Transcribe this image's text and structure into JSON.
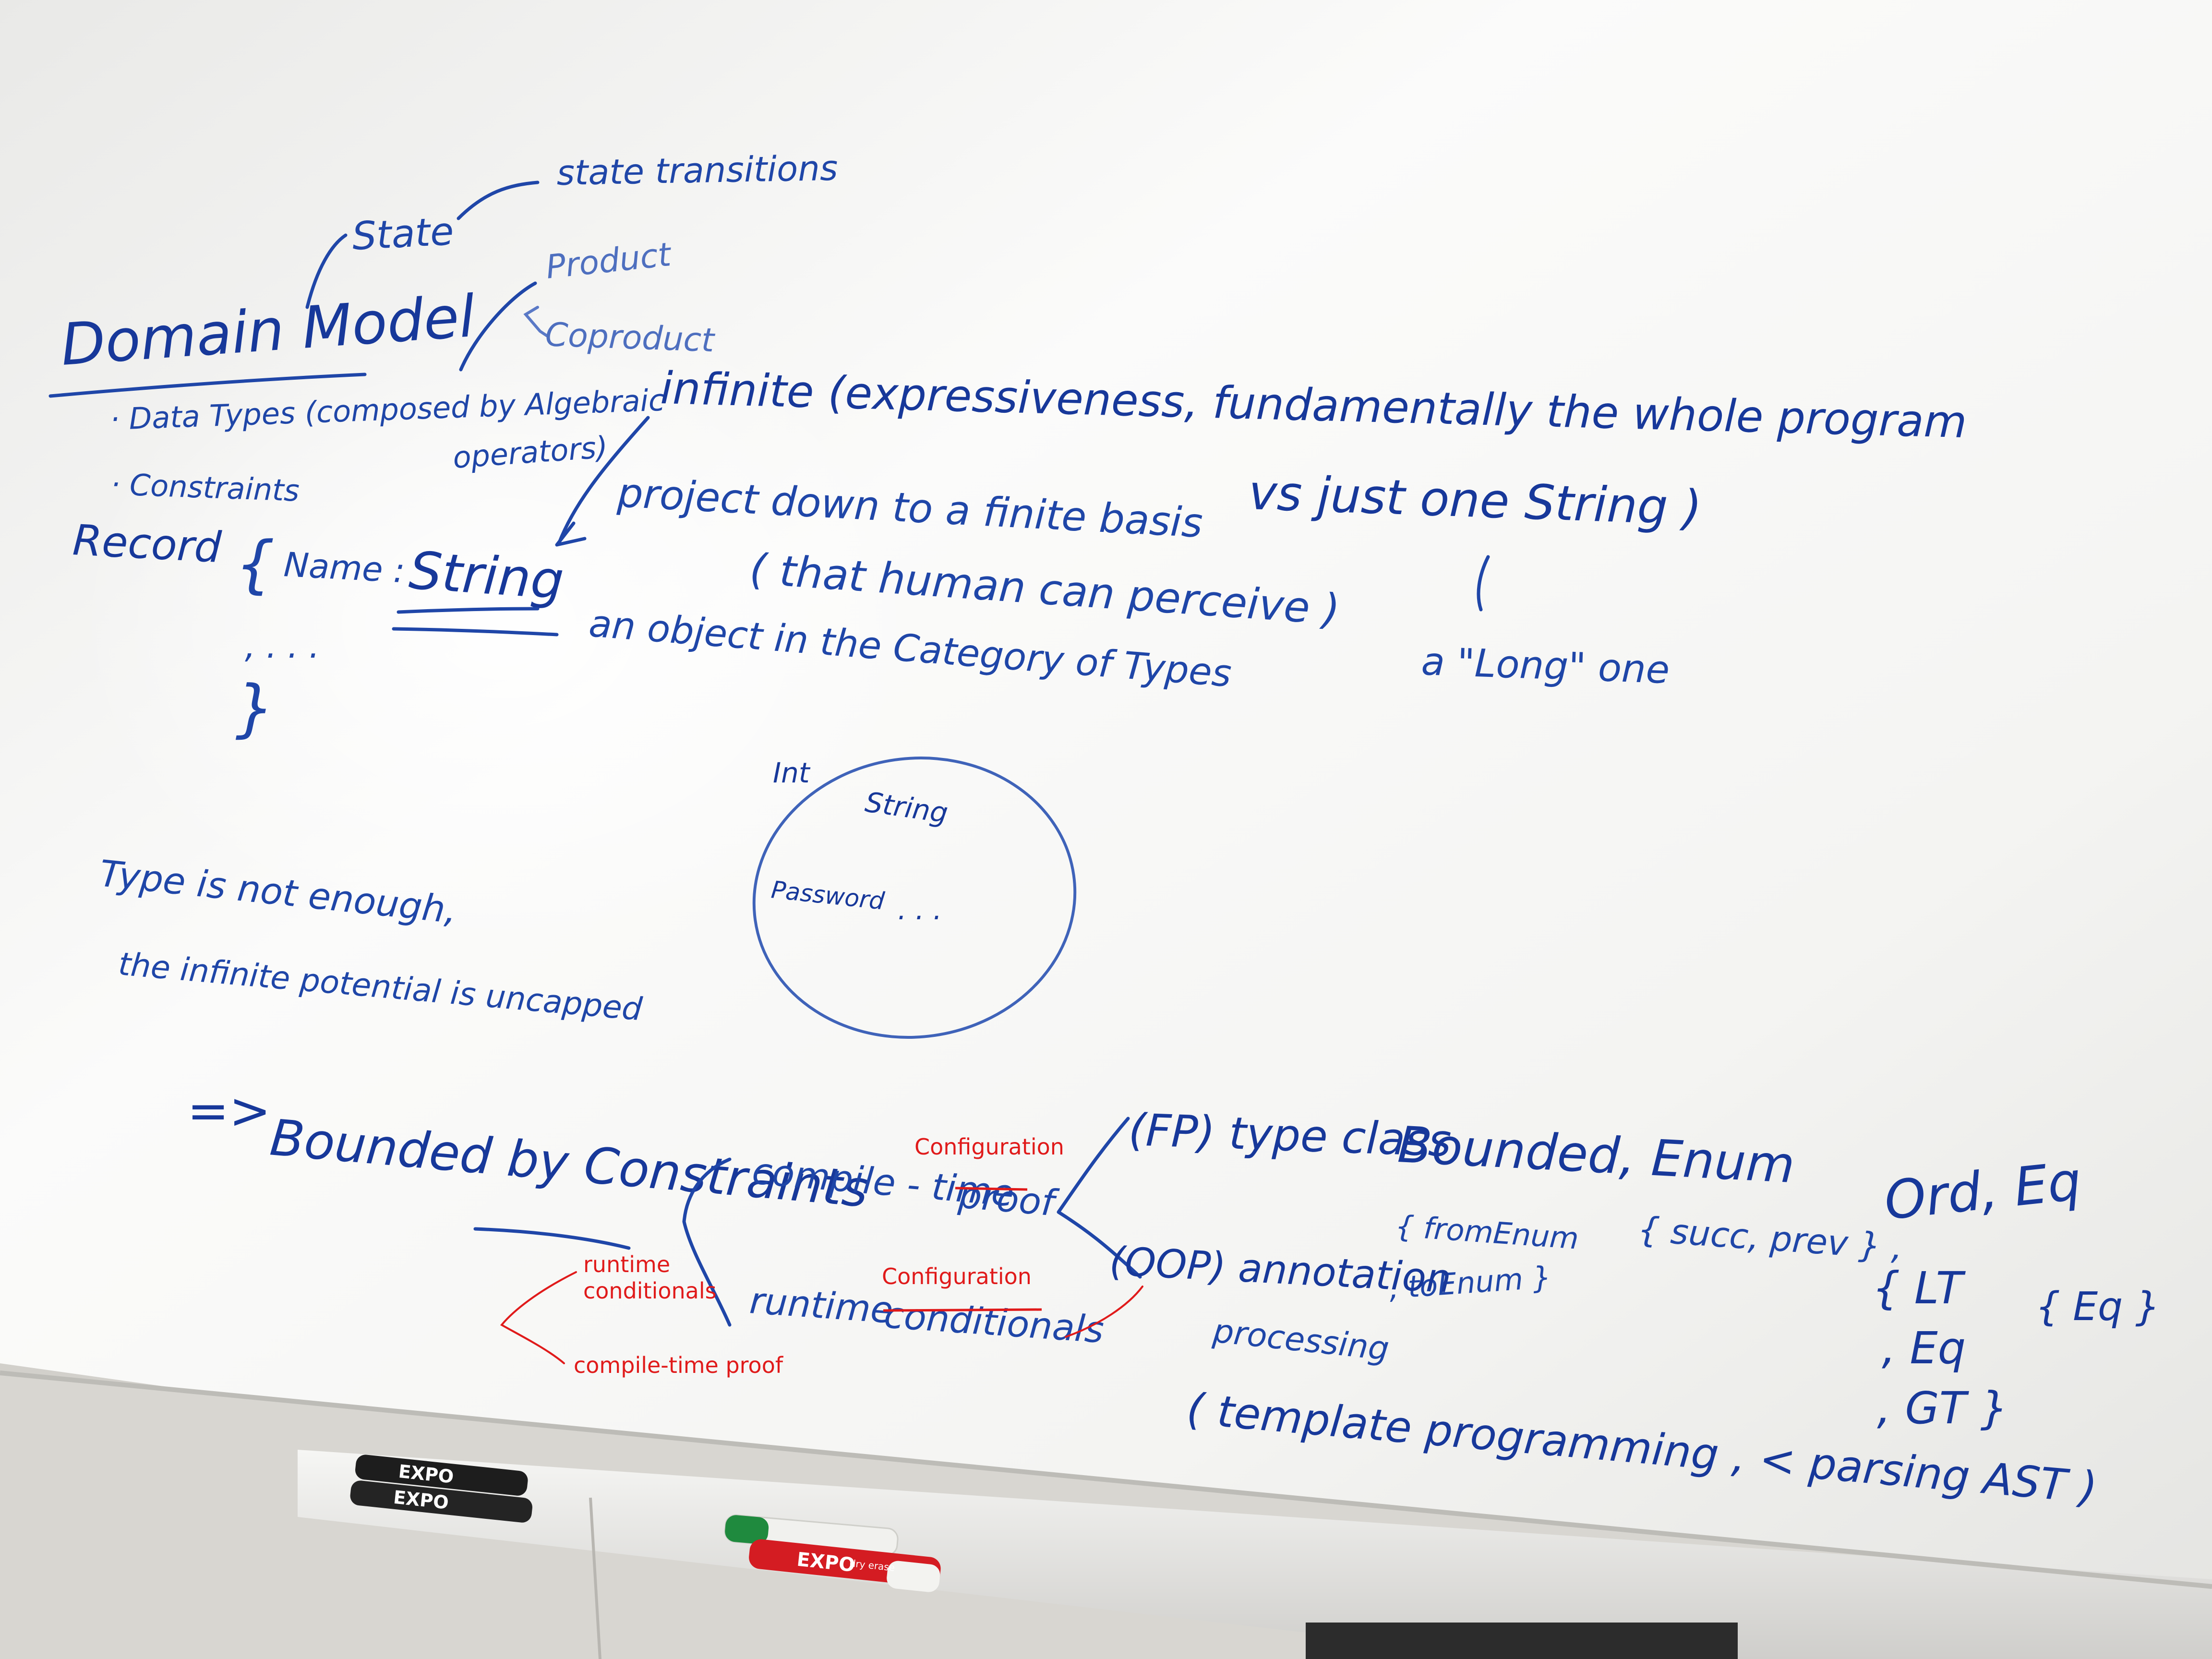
{
  "board": {
    "top": {
      "state_transitions": "state transitions",
      "state": "State",
      "product": "Product",
      "coproduct": "Coproduct"
    },
    "domain": {
      "title": "Domain Model",
      "bullet_1": "· Data Types (composed by Algebraic",
      "bullet_1_cont": "operators)",
      "bullet_2": "· Constraints"
    },
    "record": {
      "keyword": "Record",
      "open_brace": "{",
      "field_name": "Name :",
      "field_type": "String",
      "more": ", . . .",
      "close_brace": "}"
    },
    "infinite": {
      "line1": "infinite (expressiveness, fundamentally the whole program",
      "line2": "vs just one String )",
      "long_one": "a \"Long\" one",
      "project_down": "project down to a finite basis",
      "human": "( that human can perceive )",
      "category": "an object in the Category of Types"
    },
    "circle": {
      "int": "Int",
      "string": "String",
      "password": "Password",
      "ellipsis": ". . ."
    },
    "note": {
      "line1": "Type is not enough,",
      "line2": "the infinite potential is uncapped"
    },
    "bounded": {
      "arrow": "=>",
      "text": "Bounded by Constraints",
      "compile_time_a": "compile - time",
      "compile_time_b": "proof",
      "runtime_a": "runtime",
      "runtime_b": "conditionals"
    },
    "fp": {
      "prefix": "(FP) type class",
      "bounded_enum": "Bounded, Enum",
      "succ_prev": "{ succ, prev } ,",
      "from_enum": "{ fromEnum",
      "to_enum": ", toEnum }",
      "ord_eq": "Ord, Eq",
      "lt": "{ LT",
      "eq_item": ", Eq",
      "gt": ", GT }",
      "eq_set": "{ Eq }"
    },
    "oop": {
      "prefix": "(OOP) annotation",
      "processing": "processing",
      "template": "( template programming , < parsing AST )"
    },
    "red_annotations": {
      "configuration_top": "Configuration",
      "configuration_bottom": "Configuration",
      "runtime_conditionals_1": "runtime",
      "runtime_conditionals_2": "conditionals",
      "compile_time_proof": "compile-time proof"
    }
  },
  "markers": {
    "black_1": "EXPO",
    "black_2": "EXPO",
    "red": "EXPO",
    "red_sub": "dry erase"
  },
  "colors": {
    "board": "#f3f3f1",
    "ink": "#1f46a8",
    "red_annotation": "#e01a1a",
    "tray": "#e8e7e3"
  }
}
